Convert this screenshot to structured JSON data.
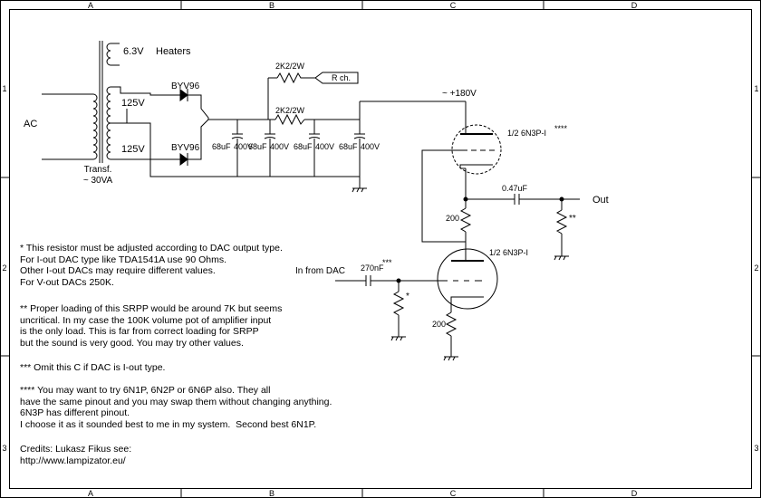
{
  "border": {
    "cols": [
      "A",
      "B",
      "C",
      "D"
    ],
    "rows": [
      "1",
      "2",
      "3"
    ]
  },
  "labels": {
    "heaters_v": "6.3V",
    "heaters": "Heaters",
    "v125_top": "125V",
    "v125_bot": "125V",
    "ac": "AC",
    "transf1": "Transf.",
    "transf2": "~ 30VA",
    "diode_top": "BYV96",
    "diode_bot": "BYV96",
    "res_rch": "2K2/2W",
    "res_mid": "2K2/2W",
    "r_ch": "R ch.",
    "cap1": "68uF",
    "cap1v": "400V",
    "cap2": "68uF",
    "cap2v": "400V",
    "cap3": "68uF",
    "cap3v": "400V",
    "cap4": "68uF",
    "cap4v": "400V",
    "b_plus": "~ +180V",
    "tube_top": "1/2 6N3P-I",
    "tube_top_mark": "****",
    "tube_bot": "1/2 6N3P-I",
    "cap_out": "0.47uF",
    "out": "Out",
    "load_mark": "**",
    "res200_top": "200",
    "res200_bot": "200",
    "in_from_dac": "In from DAC",
    "cap_in": "270nF",
    "cap_in_mark": "***",
    "res_in_mark": "*"
  },
  "notes": {
    "n1": "* This resistor must be adjusted according to DAC output type.\nFor I-out DAC type like TDA1541A use 90 Ohms.\nOther I-out DACs may require different values.\nFor V-out DACs 250K.",
    "n2": "** Proper loading of this SRPP would be around 7K but seems\nuncritical. In my case the 100K volume pot of amplifier input\nis the only load. This is far from correct loading for SRPP\nbut the sound is very good. You may try other values.",
    "n3": "*** Omit this C if DAC is I-out type.",
    "n4": "**** You may want to try 6N1P, 6N2P or 6N6P also. They all\nhave the same pinout and you may swap them without changing anything.\n6N3P has different pinout.\nI choose it as it sounded best to me in my system.  Second best 6N1P.",
    "credits": "Credits: Lukasz Fikus see:\nhttp://www.lampizator.eu/"
  }
}
